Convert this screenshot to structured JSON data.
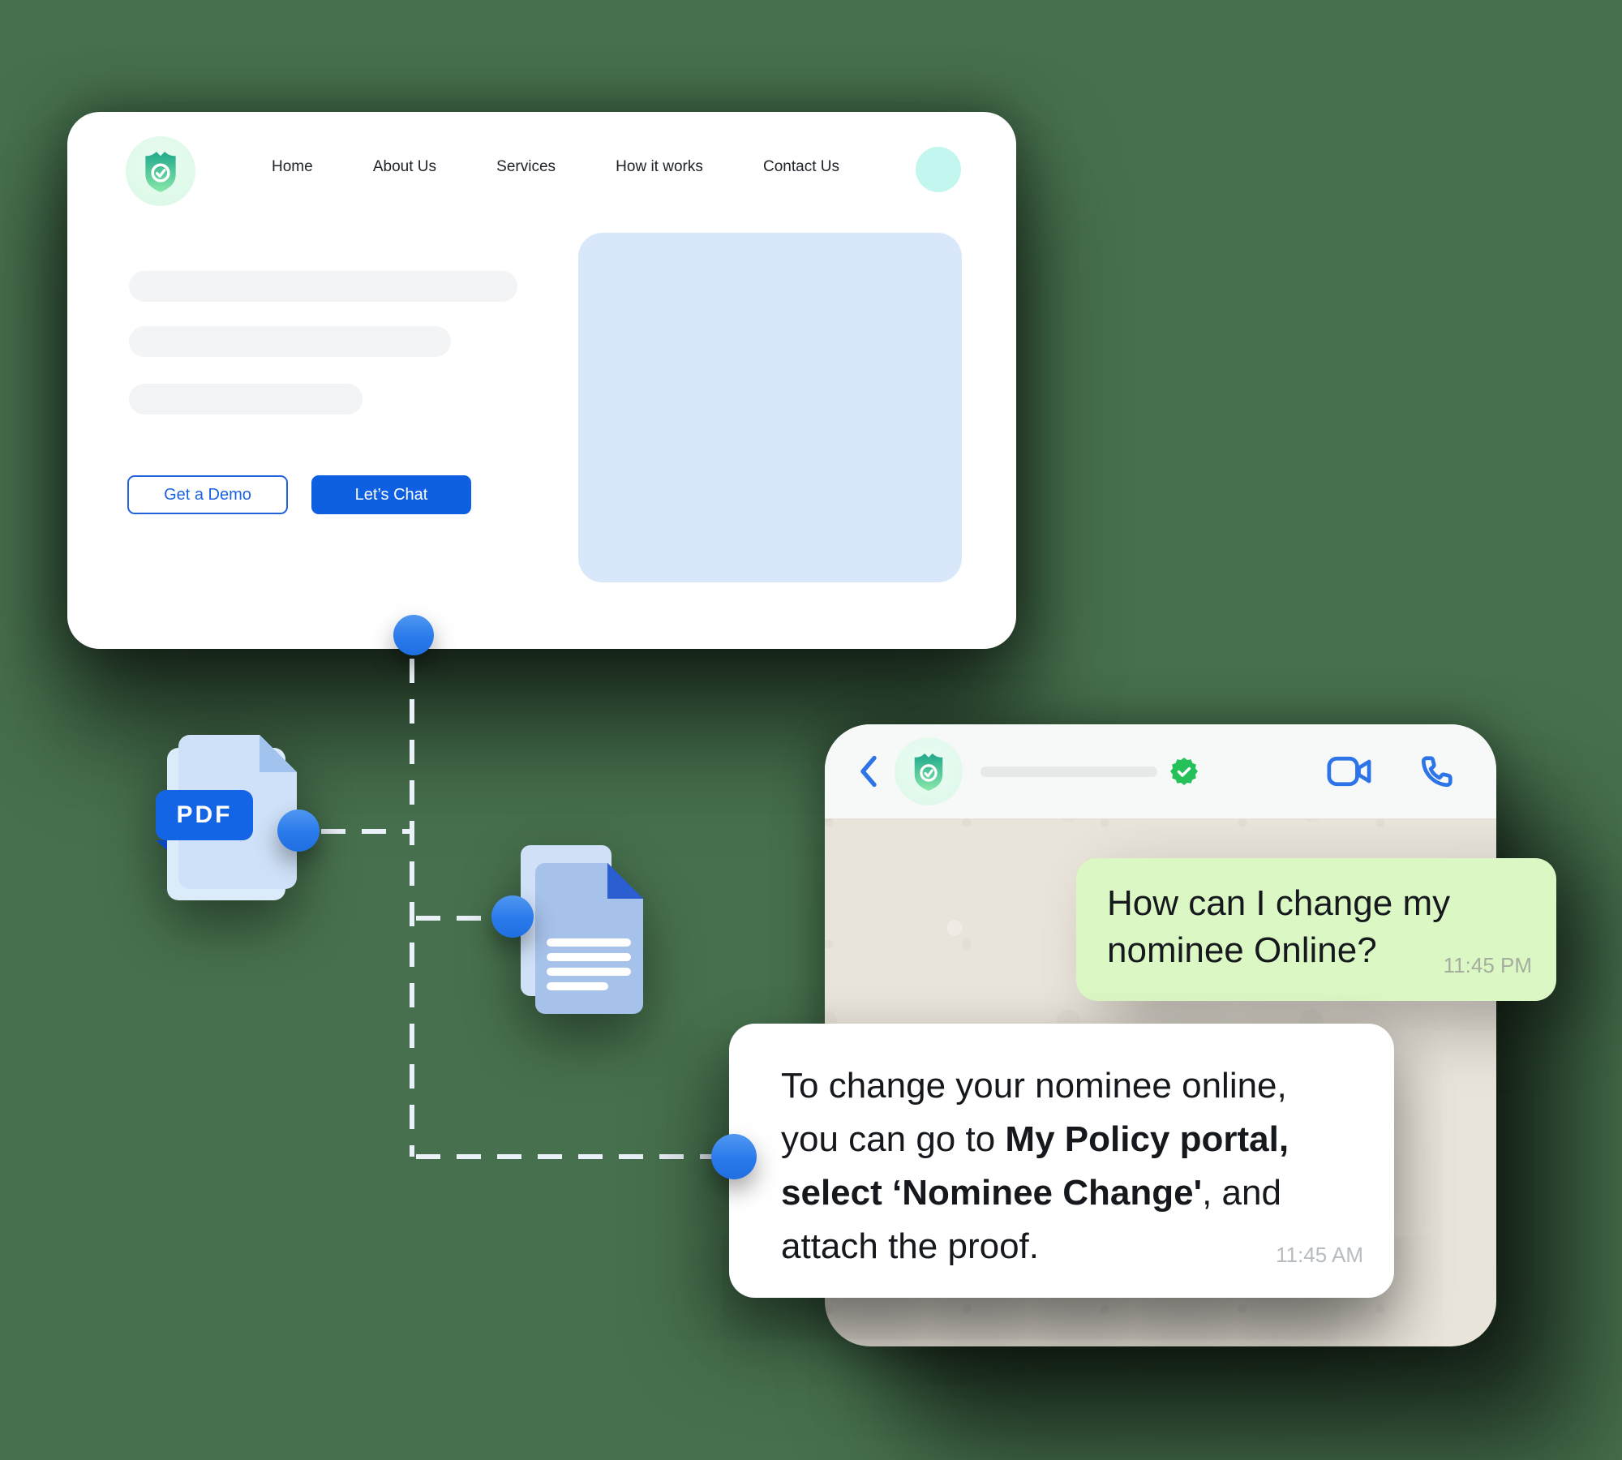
{
  "colors": {
    "background": "#47714e",
    "accent_blue": "#1266e8",
    "badge_green": "#24c05a",
    "bubble_green": "#dbf7c4",
    "chat_background": "#e9e4da"
  },
  "website": {
    "nav": [
      {
        "label": "Home"
      },
      {
        "label": "About Us"
      },
      {
        "label": "Services"
      },
      {
        "label": "How it works"
      },
      {
        "label": "Contact Us"
      }
    ],
    "buttons": {
      "demo": "Get a Demo",
      "chat": "Let’s Chat"
    }
  },
  "files": {
    "pdf_badge": "PDF"
  },
  "chat": {
    "incoming": {
      "text": "How can I change my nominee Online?",
      "time": "11:45 PM"
    },
    "reply": {
      "part1": "To change your nominee online, you can go to ",
      "bold": "My Policy portal, select ‘Nominee Change'",
      "part2": ", and attach the proof.",
      "time": "11:45 AM"
    }
  }
}
